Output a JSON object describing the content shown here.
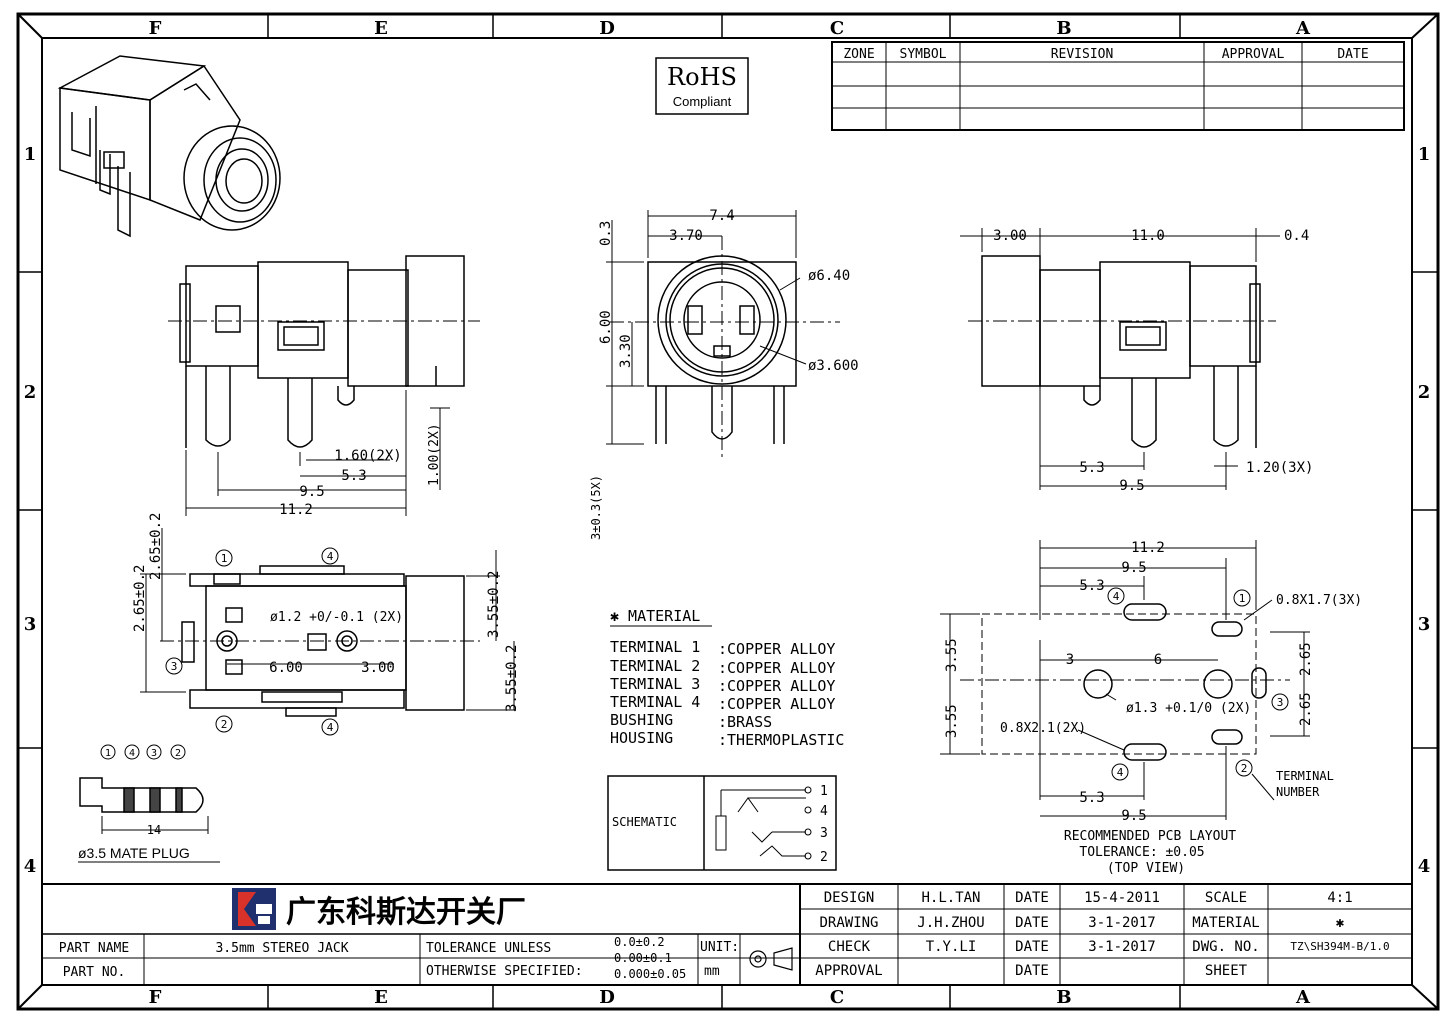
{
  "border": {
    "columns": [
      "F",
      "E",
      "D",
      "C",
      "B",
      "A"
    ],
    "rows": [
      "1",
      "2",
      "3",
      "4"
    ]
  },
  "rohs": {
    "line1": "RoHS",
    "line2": "Compliant"
  },
  "revision_table": {
    "headers": [
      "ZONE",
      "SYMBOL",
      "REVISION",
      "APPROVAL",
      "DATE"
    ]
  },
  "views": {
    "side": {
      "dims": [
        "1.60(2X)",
        "5.3",
        "9.5",
        "11.2",
        "1.00(2X)"
      ]
    },
    "front": {
      "dims": [
        "7.4",
        "3.70",
        "0.3",
        "6.00",
        "3.30",
        "ø6.40",
        "ø3.600",
        "3±0.3(5X)"
      ]
    },
    "rear": {
      "dims": [
        "3.00",
        "11.0",
        "0.4",
        "5.3",
        "9.5",
        "1.20(3X)"
      ]
    },
    "top": {
      "dims": [
        "2.65±0.2",
        "2.65±0.2",
        "ø1.2 +0/-0.1 (2X)",
        "6.00",
        "3.00",
        "3.55±0.2",
        "3.55±0.2"
      ],
      "terminals": [
        "1",
        "4",
        "3",
        "2",
        "4"
      ]
    },
    "pcb": {
      "dims": [
        "11.2",
        "9.5",
        "5.3",
        "0.8X1.7(3X)",
        "3.55",
        "3",
        "6",
        "2.65",
        "ø1.3 +0.1/0 (2X)",
        "3.55",
        "2.65",
        "0.8X2.1(2X)",
        "5.3",
        "9.5"
      ],
      "terminals": [
        "4",
        "1",
        "3",
        "4",
        "2"
      ],
      "terminal_label_line1": "TERMINAL",
      "terminal_label_line2": "NUMBER",
      "caption_line1": "RECOMMENDED PCB LAYOUT",
      "caption_line2": "TOLERANCE: ±0.05",
      "caption_line3": "(TOP VIEW)"
    }
  },
  "plug": {
    "numbers": [
      "1",
      "4",
      "3",
      "2"
    ],
    "length": "14",
    "label": "ø3.5 MATE PLUG"
  },
  "material": {
    "title": "✱ MATERIAL",
    "items": [
      {
        "part": "TERMINAL 1",
        "material": ":COPPER ALLOY"
      },
      {
        "part": "TERMINAL 2",
        "material": ":COPPER ALLOY"
      },
      {
        "part": "TERMINAL 3",
        "material": ":COPPER ALLOY"
      },
      {
        "part": "TERMINAL 4",
        "material": ":COPPER ALLOY"
      },
      {
        "part": "BUSHING",
        "material": ":BRASS"
      },
      {
        "part": "HOUSING",
        "material": ":THERMOPLASTIC"
      }
    ]
  },
  "schematic": {
    "label": "SCHEMATIC",
    "pins": [
      "1",
      "4",
      "3",
      "2"
    ]
  },
  "title_block": {
    "company": "广东科斯达开关厂",
    "part_name_label": "PART NAME",
    "part_name": "3.5mm STEREO JACK",
    "part_no_label": "PART NO.",
    "tolerance_line1": "TOLERANCE UNLESS",
    "tolerance_line2": "OTHERWISE SPECIFIED:",
    "tol1": "0.0±0.2",
    "tol2": "0.00±0.1",
    "tol3": "0.000±0.05",
    "unit_label": "UNIT:",
    "unit": "mm",
    "rows": [
      {
        "label": "DESIGN",
        "name": "H.L.TAN",
        "date_label": "DATE",
        "date": "15-4-2011",
        "key": "SCALE",
        "value": "4:1"
      },
      {
        "label": "DRAWING",
        "name": "J.H.ZHOU",
        "date_label": "DATE",
        "date": "3-1-2017",
        "key": "MATERIAL",
        "value": "✱"
      },
      {
        "label": "CHECK",
        "name": "T.Y.LI",
        "date_label": "DATE",
        "date": "3-1-2017",
        "key": "DWG. NO.",
        "value": "TZ\\SH394M-B/1.0"
      },
      {
        "label": "APPROVAL",
        "name": "",
        "date_label": "DATE",
        "date": "",
        "key": "SHEET",
        "value": ""
      }
    ]
  }
}
